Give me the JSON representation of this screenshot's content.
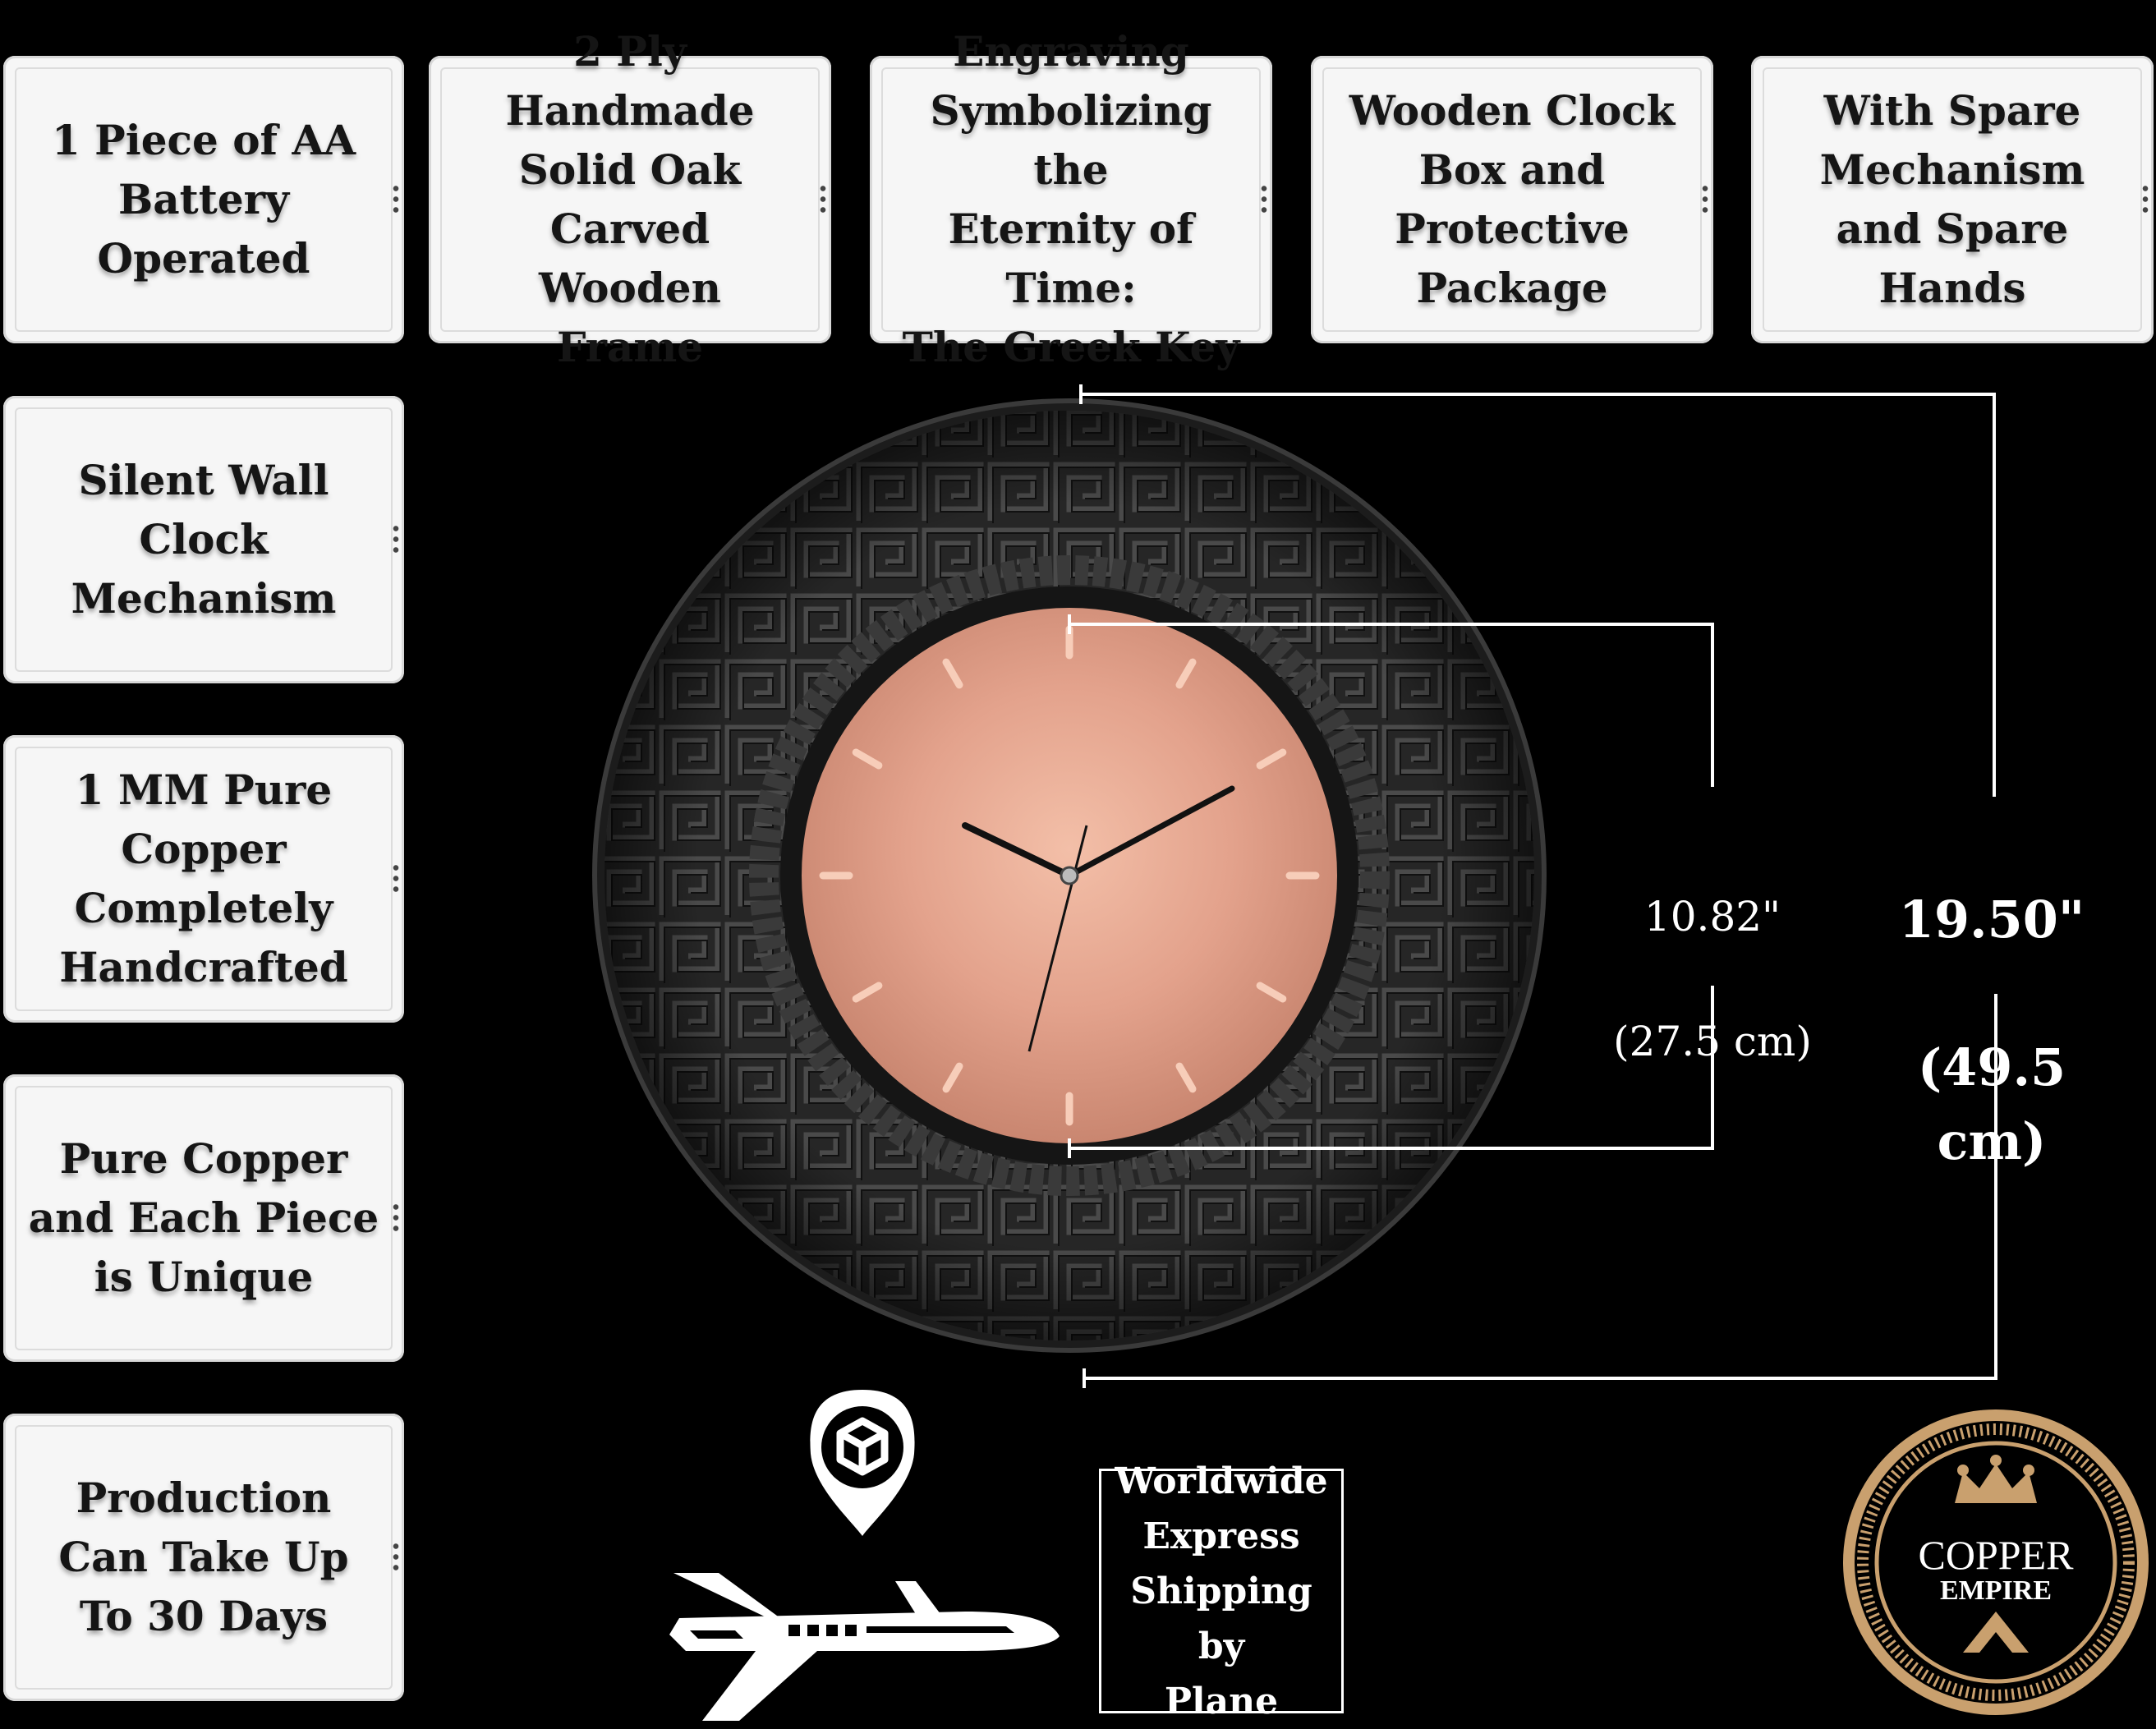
{
  "features_top": [
    "1 Piece of AA\nBattery\nOperated",
    "2 Ply Handmade\nSolid Oak\nCarved Wooden\nFrame",
    "Engraving\nSymbolizing the\nEternity of Time:\nThe Greek Key",
    "Wooden Clock\nBox and\nProtective\nPackage",
    "With Spare\nMechanism\nand Spare\nHands"
  ],
  "features_left": [
    "Silent Wall\nClock\nMechanism",
    "1 MM Pure\nCopper\nCompletely\nHandcrafted",
    "Pure Copper\nand Each Piece\nis Unique",
    "Production\nCan Take Up\nTo 30 Days"
  ],
  "dimensions": {
    "inner_inches": "10.82\"",
    "inner_cm": "(27.5 cm)",
    "outer_inches": "19.50\"",
    "outer_cm": "(49.5 cm)"
  },
  "shipping": {
    "text": "Worldwide\nExpress\nShipping by\nPlane"
  },
  "logo": {
    "brand_line1": "COPPER",
    "brand_line2": "EMPIRE"
  },
  "colors": {
    "background": "#000000",
    "card": "#f6f6f6",
    "copper_dial": "#e6a590",
    "frame": "#2a2a2a",
    "logo_gold": "#c9a06e"
  },
  "icons": [
    "airplane-icon",
    "location-pin-icon",
    "box-icon",
    "crown-icon"
  ]
}
